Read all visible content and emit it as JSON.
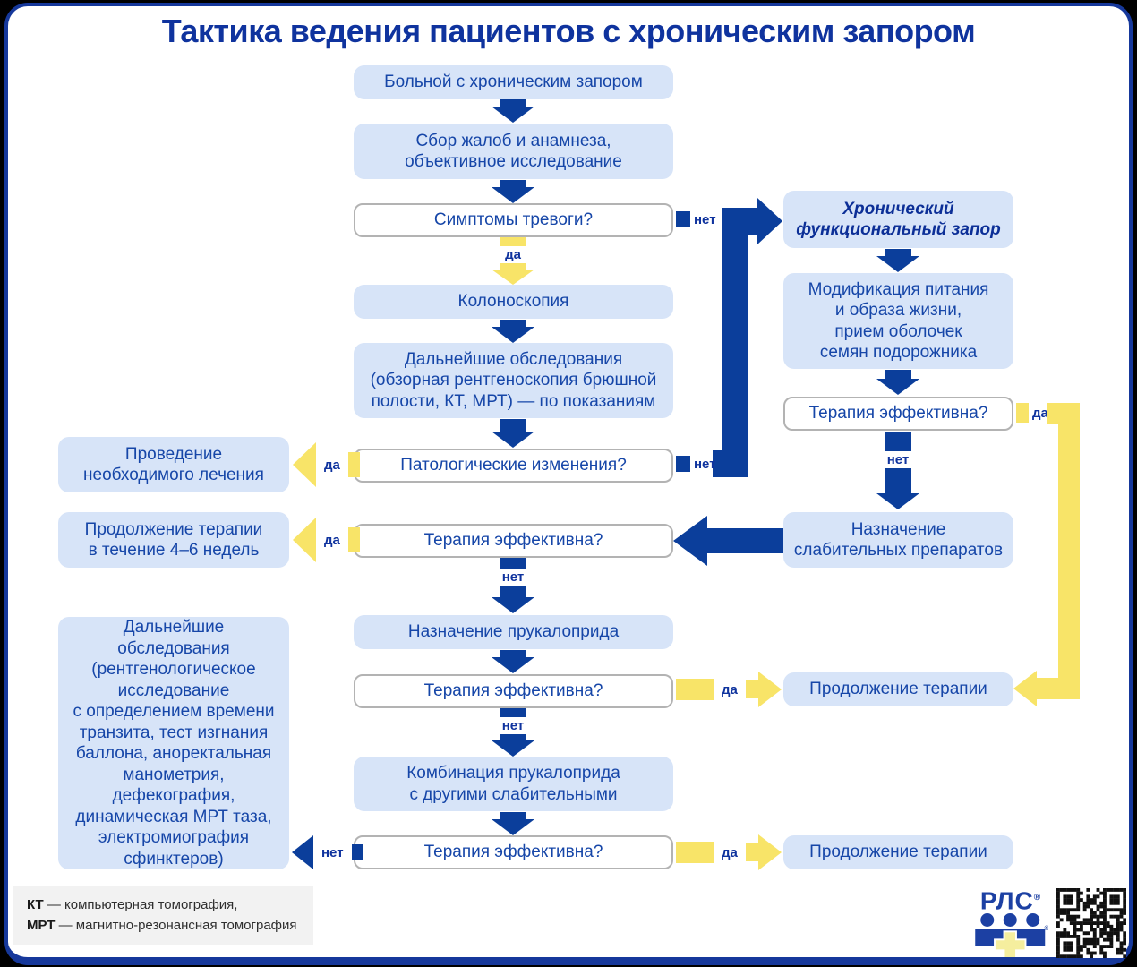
{
  "title": "Тактика ведения пациентов с хроническим запором",
  "labels": {
    "yes": "да",
    "no": "нет"
  },
  "nodes": {
    "patient": "Больной с хроническим запором",
    "history": "Сбор жалоб и анамнеза,\nобъективное исследование",
    "alarm_symptoms": "Симптомы тревоги?",
    "colonoscopy": "Колоноскопия",
    "further_exams": "Дальнейшие обследования\n(обзорная рентгеноскопия брюшной\nполости, КТ, МРТ) — по показаниям",
    "pathology": "Патологические изменения?",
    "needed_treatment": "Проведение\nнеобходимого лечения",
    "therapy_effective_mid1": "Терапия эффективна?",
    "continue_4_6_weeks": "Продолжение терапии\nв течение 4–6 недель",
    "prucalopride": "Назначение прукалоприда",
    "therapy_effective_mid2": "Терапия эффективна?",
    "combination": "Комбинация прукалоприда\nс другими слабительными",
    "therapy_effective_mid3": "Терапия эффективна?",
    "further_exams_left": "Дальнейшие\nобследования\n(рентгенологическое\nисследование\nс определением времени\nтранзита, тест изгнания\nбаллона, аноректальная\nманометрия,\nдефекография,\nдинамическая МРТ таза,\nэлектромиография\nсфинктеров)",
    "chronic_functional": "Хронический\nфункциональный запор",
    "modification": "Модификация питания\nи образа жизни,\nприем оболочек\nсемян подорожника",
    "therapy_effective_right": "Терапия эффективна?",
    "laxatives": "Назначение\nслабительных препаратов",
    "continue_therapy_1": "Продолжение терапии",
    "continue_therapy_2": "Продолжение терапии"
  },
  "footnote": {
    "term1": "КТ",
    "def1": " — компьютерная томография,",
    "term2": "МРТ",
    "def2": " — магнитно-резонансная томография"
  },
  "logo": {
    "name": "РЛС",
    "reg": "®"
  },
  "colors": {
    "accent_blue": "#0b3e9b",
    "box_blue": "#d7e4f8",
    "text_blue": "#1646a8",
    "yellow": "#f8e468",
    "title_blue": "#0f339e"
  }
}
